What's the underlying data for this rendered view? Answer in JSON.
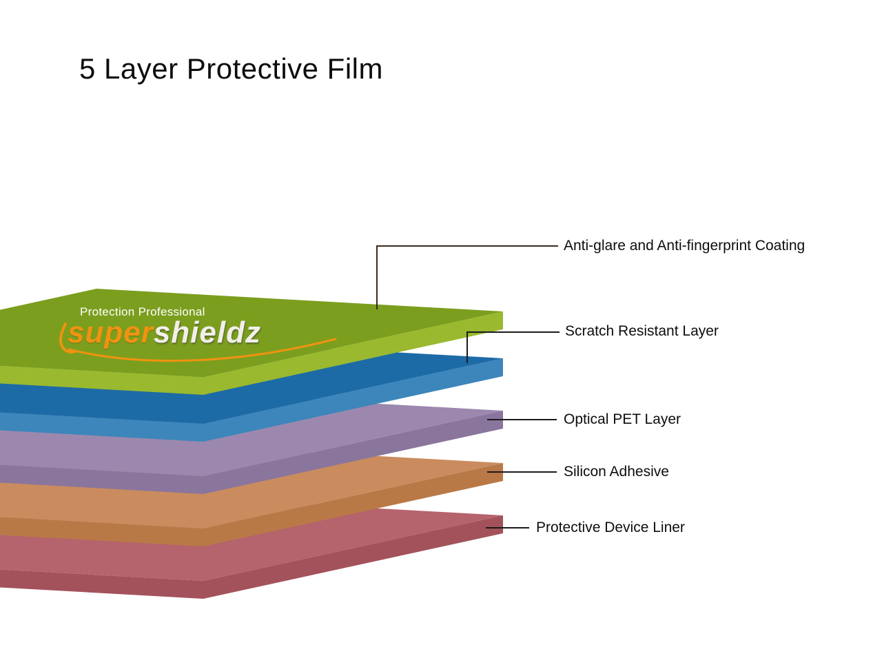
{
  "title": "5 Layer Protective Film",
  "logo": {
    "tagline": "Protection Professional",
    "brand_part1": "super",
    "brand_part2": "shieldz",
    "swoosh_color": "#ef9211"
  },
  "connector_colors": {
    "antiglare_line": "#3a2a1c",
    "default_line": "#1a1a1a"
  },
  "layers": [
    {
      "label": "Anti-glare and Anti-fingerprint Coating",
      "color_top": "#7c9e1e",
      "color_side": "#9ab92e"
    },
    {
      "label": "Scratch Resistant Layer",
      "color_top": "#1d6ba6",
      "color_side": "#3c86bb"
    },
    {
      "label": "Optical PET Layer",
      "color_top": "#9c88ae",
      "color_side": "#8a759d"
    },
    {
      "label": "Silicon Adhesive",
      "color_top": "#ca8c5e",
      "color_side": "#b97947"
    },
    {
      "label": "Protective Device Liner",
      "color_top": "#b5636c",
      "color_side": "#a3525b"
    }
  ]
}
